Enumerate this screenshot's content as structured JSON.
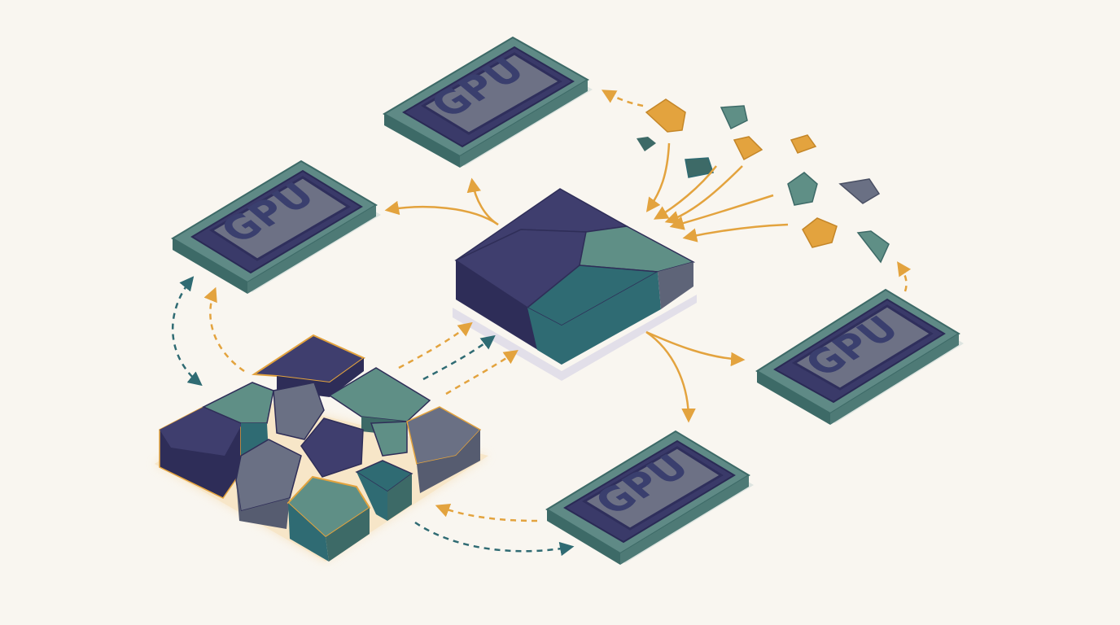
{
  "diagram": {
    "gpus": [
      {
        "label": "GPU"
      },
      {
        "label": "GPU"
      },
      {
        "label": "GPU"
      },
      {
        "label": "GPU"
      }
    ]
  },
  "colors": {
    "background": "#f9f6f0",
    "navy": "#3f3e6e",
    "teal": "#2f6b73",
    "sage": "#5f8f86",
    "slate": "#6a7084",
    "orange": "#e3a33e",
    "gpu_board": "#3d6a67",
    "gpu_chip": "#3a3a69",
    "gpu_plate": "#6d7185"
  }
}
